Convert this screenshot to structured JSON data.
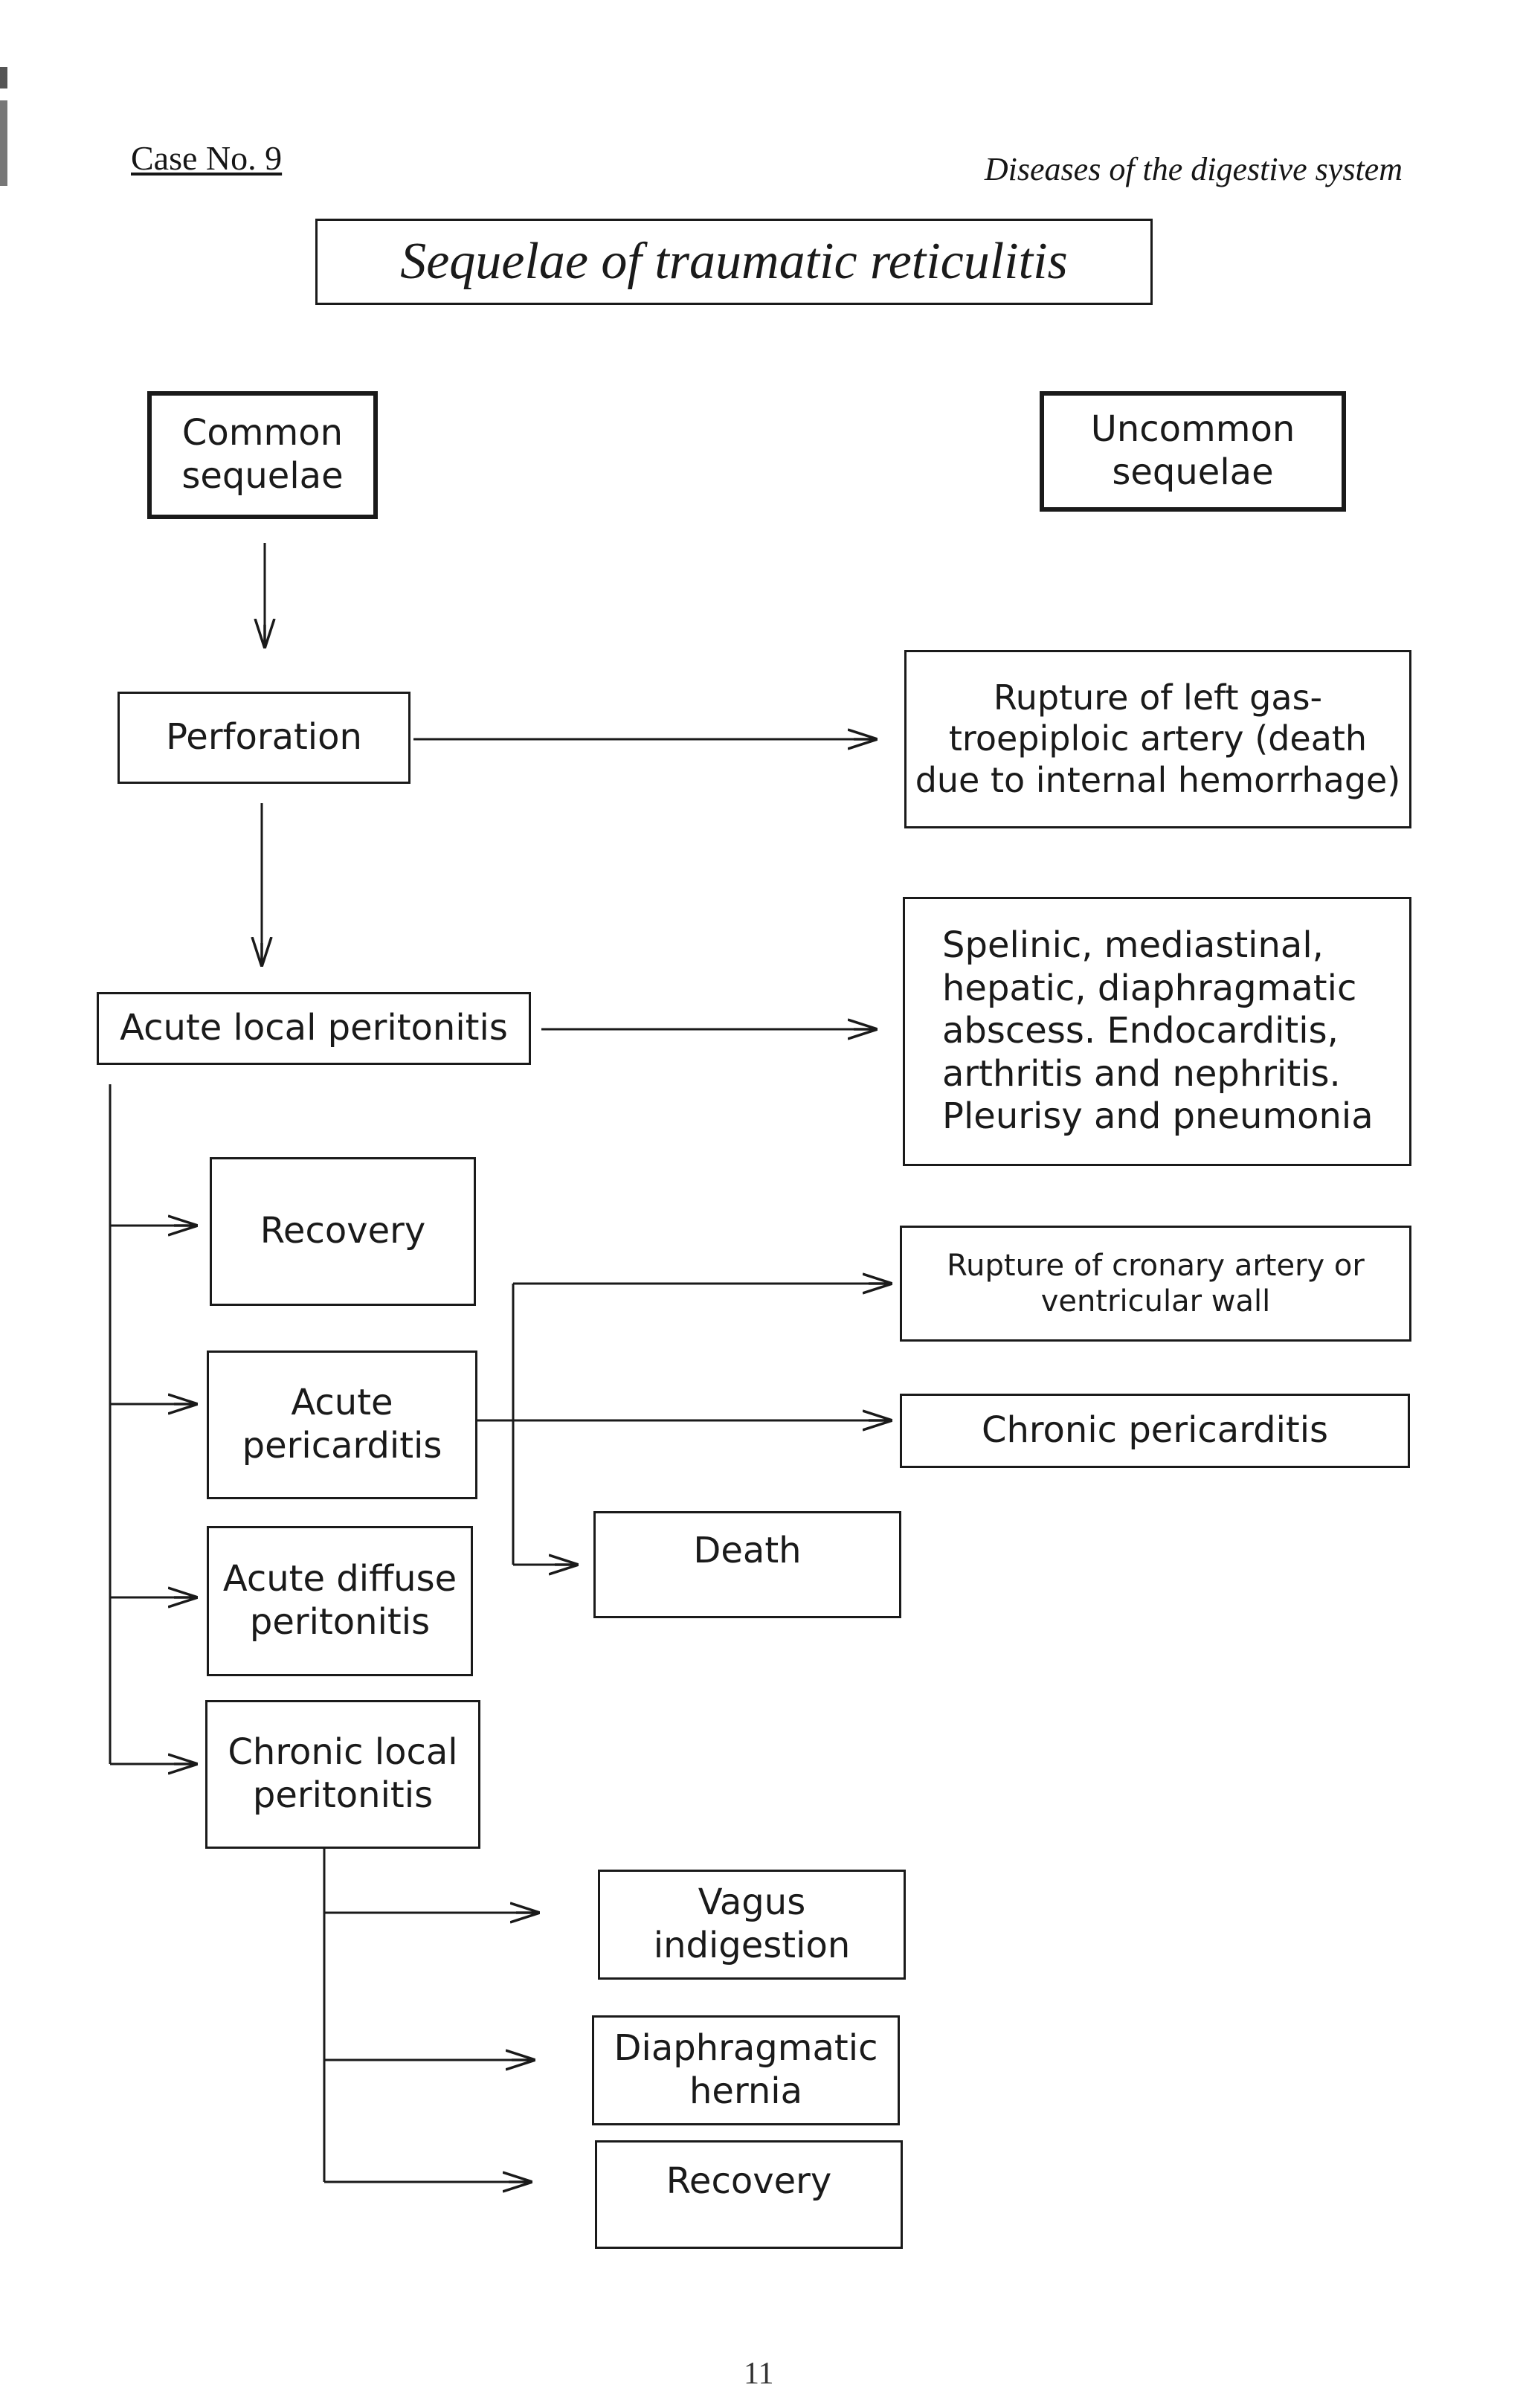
{
  "header": {
    "case_label": "Case No. 9",
    "section": "Diseases of the digestive system"
  },
  "title": "Sequelae of traumatic reticulitis",
  "nodes": {
    "common": "Common\nsequelae",
    "uncommon": "Uncommon\nsequelae",
    "perforation": "Perforation",
    "rupture_gastro": "Rupture of left gas-\ntroepiploic artery (death\ndue to internal hemorrhage)",
    "acute_local": "Acute local peritonitis",
    "abscess": "Spelinic, mediastinal,\nhepatic, diaphragmatic\nabscess. Endocarditis,\narthritis and nephritis.\nPleurisy and pneumonia",
    "recovery1": "Recovery",
    "rupture_coronary": "Rupture of cronary artery or\nventricular wall",
    "acute_pericarditis": "Acute\npericarditis",
    "chronic_pericarditis": "Chronic pericarditis",
    "acute_diffuse": "Acute diffuse\nperitonitis",
    "death": "Death",
    "chronic_local": "Chronic local\nperitonitis",
    "vagus": "Vagus\nindigestion",
    "hernia": "Diaphragmatic\nhernia",
    "recovery2": "Recovery"
  },
  "page_number": "11"
}
